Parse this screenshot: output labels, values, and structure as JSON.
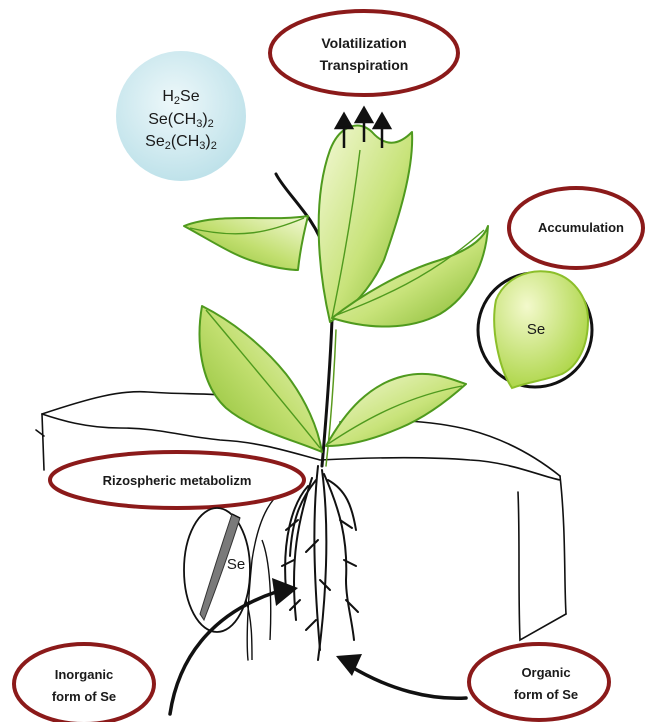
{
  "labels": {
    "volatilization_1": "Volatilization",
    "volatilization_2": "Transpiration",
    "accumulation": "Accumulation",
    "rhizospheric": "Rizospheric metabolizm",
    "inorganic_1": "Inorganic",
    "inorganic_2": "form of Se",
    "organic_1": "Organic",
    "organic_2": "form of Se",
    "se_leaf": "Se",
    "se_root": "Se"
  },
  "gas_compounds": {
    "line1_main": "H",
    "line1_sub": "2",
    "line1_rest": "Se",
    "line2_main": "Se(CH",
    "line2_sub": "3",
    "line2_rest": ")",
    "line2_sub2": "2",
    "line3_main": "Se",
    "line3_sub": "2",
    "line3_mid": "(CH",
    "line3_sub2": "3",
    "line3_rest": ")",
    "line3_sub3": "2"
  },
  "colors": {
    "oval_border": "#8b1a1a",
    "leaf_light": "#e8f2b8",
    "leaf_dark": "#8cbf2a",
    "leaf_edge": "#5a9a1e",
    "bubble": "#c9e8ee"
  }
}
